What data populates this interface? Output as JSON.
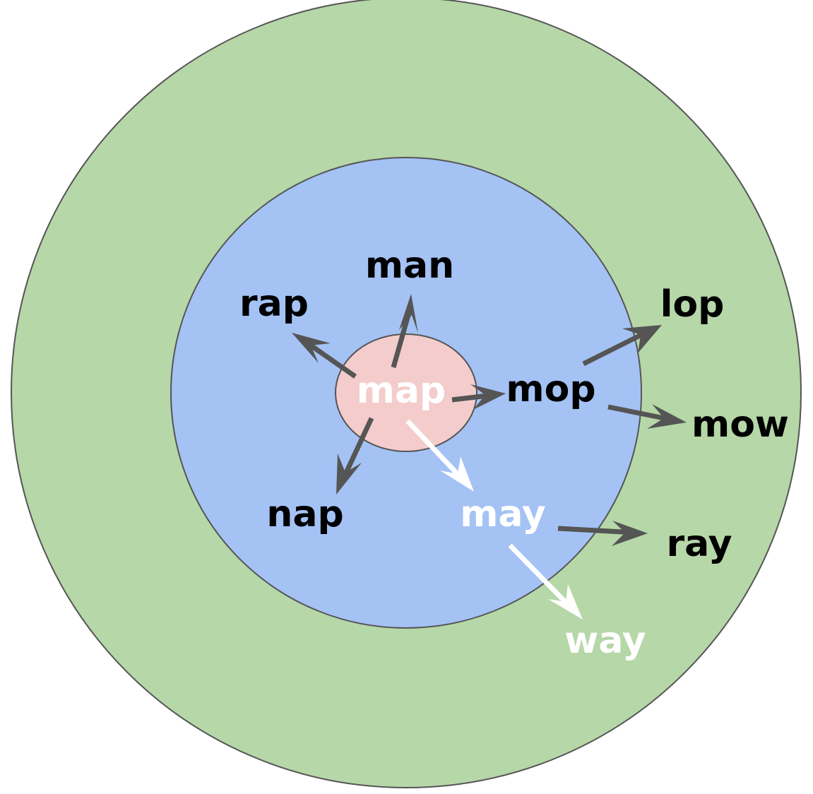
{
  "colors": {
    "outer_ring": "#b6d7a8",
    "middle_ring": "#a4c2f4",
    "center": "#f4cccc",
    "ring_stroke": "#555555",
    "arrow_dark": "#555555",
    "arrow_highlight": "#ffffff",
    "text_dark": "#000000",
    "text_highlight": "#ffffff"
  },
  "words": {
    "center": "map",
    "man": "man",
    "rap": "rap",
    "mop": "mop",
    "nap": "nap",
    "may": "may",
    "lop": "lop",
    "mow": "mow",
    "ray": "ray",
    "way": "way"
  }
}
